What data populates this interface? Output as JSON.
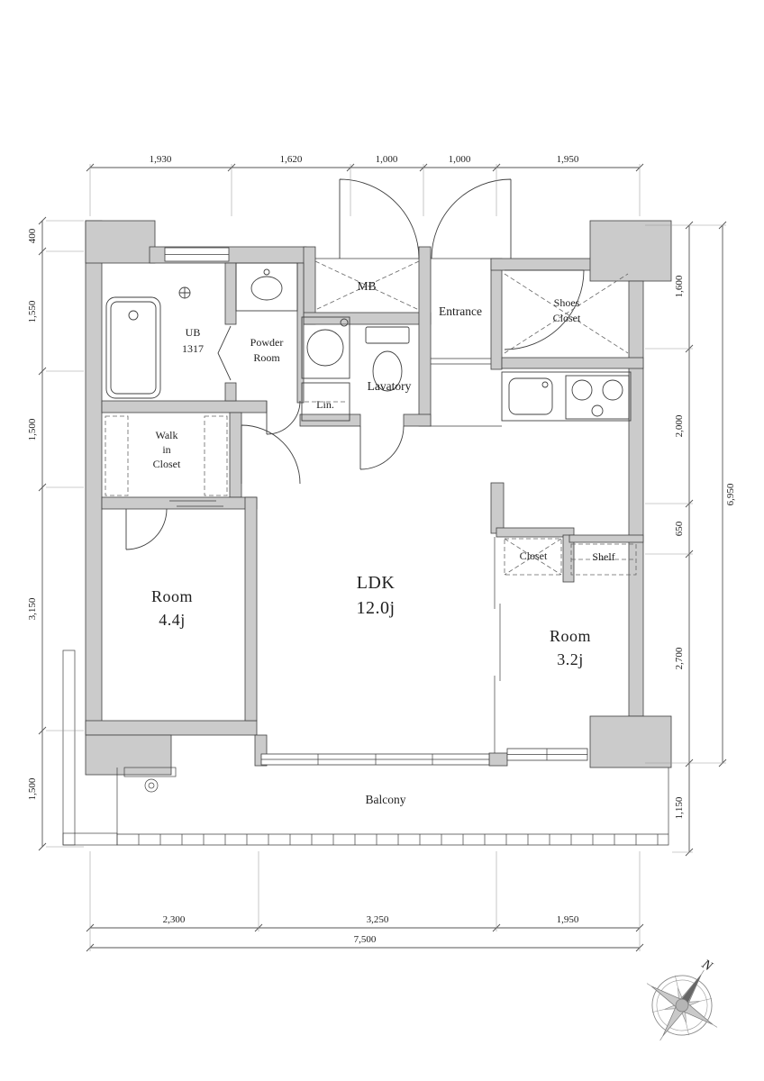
{
  "labels": {
    "mb": "MB",
    "entrance": "Entrance",
    "shoes_closet": [
      "Shoes",
      "Closet"
    ],
    "ub": [
      "UB",
      "1317"
    ],
    "powder_room": [
      "Powder",
      "Room"
    ],
    "lavatory": "Lavatory",
    "linen": "Lin.",
    "walk_in_closet": [
      "Walk",
      "in",
      "Closet"
    ],
    "room_44": [
      "Room",
      "4.4j"
    ],
    "ldk": [
      "LDK",
      "12.0j"
    ],
    "closet": "Closet",
    "shelf": "Shelf",
    "room_32": [
      "Room",
      "3.2j"
    ],
    "balcony": "Balcony"
  },
  "dimensions": {
    "top": [
      "1,930",
      "1,620",
      "1,000",
      "1,000",
      "1,950"
    ],
    "left": [
      "400",
      "1,550",
      "1,500",
      "3,150",
      "1,500"
    ],
    "right": [
      "1,600",
      "2,000",
      "650",
      "2,700"
    ],
    "right_lower": "1,150",
    "right_total": "6,950",
    "bottom": [
      "2,300",
      "3,250",
      "1,950"
    ],
    "bottom_total": "7,500"
  },
  "compass": {
    "north": "N"
  },
  "colors": {
    "wall_fill": "#cbcbcb",
    "line": "#3f3f3f",
    "dim_line": "#555555",
    "background": "#ffffff"
  }
}
